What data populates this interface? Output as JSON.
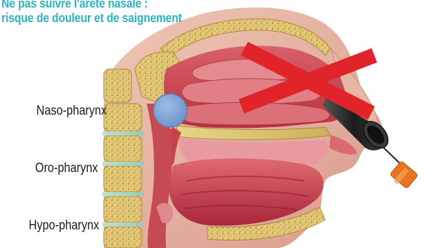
{
  "warning": {
    "line1": "Ne pas suivre l'arête nasale :",
    "line2": "risque de douleur et de saignement"
  },
  "labels": {
    "naso": "Naso-pharynx",
    "oro": "Oro-pharynx",
    "hypo": "Hypo-pharynx"
  },
  "colors": {
    "warning_text": "#2fb3c0",
    "cross": "#e0242a",
    "highlight_circle": "#7fa3d8",
    "swab_tip": "#e8741f"
  },
  "icons": {
    "cross": "red-x-icon",
    "speculum": "nasal-speculum-icon",
    "swab": "swab-icon",
    "target": "nasopharynx-target-icon"
  }
}
